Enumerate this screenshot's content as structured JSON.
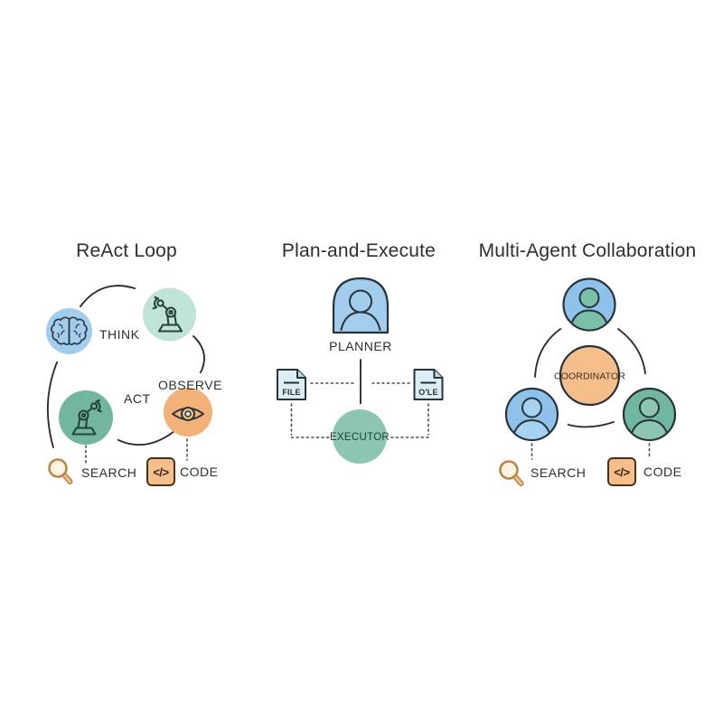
{
  "colors": {
    "ink": "#2e2e2e",
    "outline": "#26333b",
    "think-blue": "#a3cdec",
    "agent-blue": "#8fc2ea",
    "person-blue": "#a6d1f1",
    "mint": "#c0e2d8",
    "teal": "#72b6a2",
    "teal-light": "#8cc5b1",
    "person-green": "#7ac0a9",
    "orange": "#f2b179",
    "orange-light": "#f5be8b",
    "paper": "#dcedf5",
    "paper-fold": "#c3dce9",
    "robot": "#25423d",
    "magnifier": "#bd8449",
    "magnifier-fill": "#fdf3e3",
    "magnifier-handle": "#eec189",
    "eye-light": "#e9e5df",
    "code-bg": "#f5be8b"
  },
  "panels": {
    "react_loop": {
      "title": "ReAct Loop",
      "think_label": "THINK",
      "act_label": "ACT",
      "observe_label": "OBSERVE",
      "search_label": "SEARCH",
      "code_label": "CODE",
      "code_glyph": "</>"
    },
    "plan_execute": {
      "title": "Plan-and-Execute",
      "planner_label": "PLANNER",
      "executor_label": "EXECUTOR",
      "file_left_label": "FILE",
      "file_right_label": "O'LE"
    },
    "multi_agent": {
      "title": "Multi-Agent Collaboration",
      "coordinator_label": "COORDINATOR",
      "search_label": "SEARCH",
      "code_label": "CODE",
      "code_glyph": "</>"
    }
  }
}
